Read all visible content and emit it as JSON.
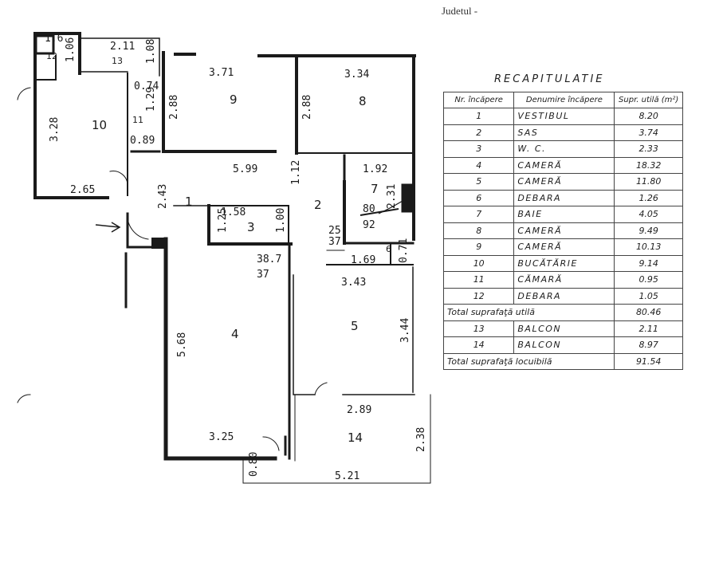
{
  "header": {
    "county_label": "Judetul  -"
  },
  "recap": {
    "title": "RECAPITULATIE",
    "columns": [
      "Nr. încăpere",
      "Denumire încăpere",
      "Supr. utilă (m²)"
    ],
    "rows": [
      {
        "nr": "1",
        "name": "VESTIBUL",
        "area": "8.20"
      },
      {
        "nr": "2",
        "name": "SAS",
        "area": "3.74"
      },
      {
        "nr": "3",
        "name": "W. C.",
        "area": "2.33"
      },
      {
        "nr": "4",
        "name": "CAMERĂ",
        "area": "18.32"
      },
      {
        "nr": "5",
        "name": "CAMERĂ",
        "area": "11.80"
      },
      {
        "nr": "6",
        "name": "DEBARA",
        "area": "1.26"
      },
      {
        "nr": "7",
        "name": "BAIE",
        "area": "4.05"
      },
      {
        "nr": "8",
        "name": "CAMERĂ",
        "area": "9.49"
      },
      {
        "nr": "9",
        "name": "CAMERĂ",
        "area": "10.13"
      },
      {
        "nr": "10",
        "name": "BUCĂTĂRIE",
        "area": "9.14"
      },
      {
        "nr": "11",
        "name": "CĂMARĂ",
        "area": "0.95"
      },
      {
        "nr": "12",
        "name": "DEBARA",
        "area": "1.05"
      }
    ],
    "total_util": {
      "label": "Total suprafaţă utilă",
      "value": "80.46"
    },
    "balcony_rows": [
      {
        "nr": "13",
        "name": "BALCON",
        "area": "2.11"
      },
      {
        "nr": "14",
        "name": "BALCON",
        "area": "8.97"
      }
    ],
    "total_living": {
      "label": "Total suprafaţă locuibilă",
      "value": "91.54"
    }
  },
  "plan": {
    "room_numbers": [
      "1",
      "2",
      "3",
      "4",
      "5",
      "6",
      "7",
      "8",
      "9",
      "10",
      "11",
      "12",
      "13",
      "14"
    ],
    "dimensions": {
      "r12_top": "1.6",
      "r12_side": "1.06",
      "r13_w": "2.11",
      "r13_side": "1.08",
      "r9_w": "3.71",
      "r9_h": "2.88",
      "r8_w": "3.34",
      "r8_h": "2.88",
      "r10_h": "3.28",
      "r10_w": "2.65",
      "r11_w": "0.74",
      "r11_h": "1.29",
      "r11_b": "0.89",
      "hall_w": "5.99",
      "r1_h": "2.43",
      "r2_w": "1.12",
      "r3_w": "1.58",
      "r3_h": "1.25",
      "r3_h2": "1.00",
      "r7_w": "1.92",
      "r7_h": "2.31",
      "r7_a": "80",
      "r7_b": "92",
      "frac_top": "25",
      "frac_bot": "37",
      "r6_w": "1.69",
      "r6_h": "0.71",
      "frac2_top": "38.7",
      "frac2_bot": "37",
      "r5_w": "3.43",
      "r5_h": "3.44",
      "r4_h": "5.68",
      "r4_w": "3.25",
      "r14_w": "2.89",
      "r14_h": "2.38",
      "r14_b": "5.21",
      "r14_side": "0.80"
    }
  }
}
